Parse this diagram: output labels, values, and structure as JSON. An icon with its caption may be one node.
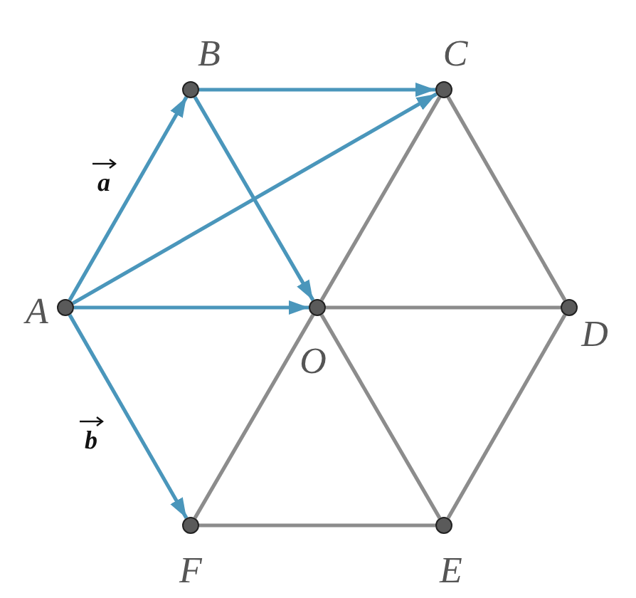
{
  "diagram": {
    "nodes": [
      {
        "text": [],
        "shape": "circle",
        "beside": [
          "B"
        ]
      },
      {
        "text": [],
        "shape": "circle",
        "beside": [
          "C"
        ]
      },
      {
        "text": [],
        "shape": "circle",
        "beside": [
          "A"
        ]
      },
      {
        "text": [],
        "shape": "circle",
        "beside": [
          "O"
        ]
      },
      {
        "text": [],
        "shape": "circle",
        "beside": [
          "D"
        ]
      },
      {
        "text": [],
        "shape": "circle",
        "beside": [
          "F"
        ]
      },
      {
        "text": [],
        "shape": "circle",
        "beside": [
          "E"
        ]
      }
    ],
    "edges": [
      {
        "from": 2,
        "to": 0,
        "arrow": "to",
        "color": "#4a96bb"
      },
      {
        "from": 0,
        "to": 1,
        "arrow": "to",
        "color": "#4a96bb"
      },
      {
        "from": 2,
        "to": 1,
        "arrow": "to",
        "color": "#4a96bb"
      },
      {
        "from": 2,
        "to": 3,
        "arrow": "to",
        "color": "#4a96bb"
      },
      {
        "from": 0,
        "to": 3,
        "arrow": "to",
        "color": "#4a96bb"
      },
      {
        "from": 2,
        "to": 5,
        "arrow": "to",
        "color": "#4a96bb"
      },
      {
        "from": 3,
        "to": 1,
        "arrow": "none"
      },
      {
        "from": 3,
        "to": 4,
        "arrow": "none"
      },
      {
        "from": 3,
        "to": 6,
        "arrow": "none"
      },
      {
        "from": 3,
        "to": 5,
        "arrow": "none"
      },
      {
        "from": 1,
        "to": 4,
        "arrow": "none"
      },
      {
        "from": 4,
        "to": 6,
        "arrow": "none"
      },
      {
        "from": 6,
        "to": 5,
        "arrow": "none"
      }
    ],
    "labels": [
      "a",
      "b"
    ]
  }
}
